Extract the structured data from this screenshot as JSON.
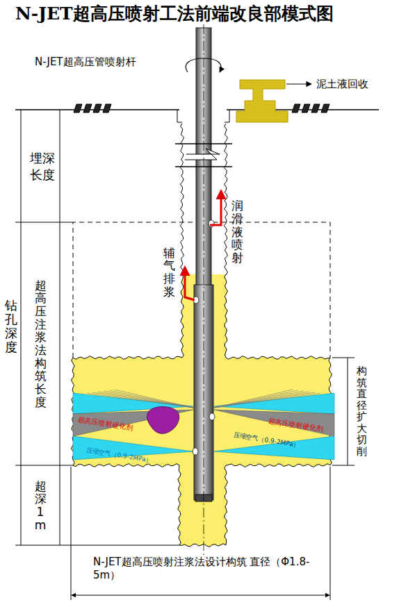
{
  "diagram": {
    "title": "N-JET超高压喷射工法前端改良部模式图",
    "labels": [
      "N-JET超高压管喷射杆",
      "泥土液回收",
      "埋深长度",
      "钻孔深度",
      "超高压注浆法构筑长度",
      "超深1m",
      "润滑液喷射",
      "辅气排浆",
      "超高压喷射硬化剂",
      "压缩空气（0.9-2MPa）",
      "超高压喷射硬化剂",
      "压缩空气（0.9-2MPa）",
      "构筑直径扩大切削",
      "N-JET超高压喷射注浆法设计构筑 直径（Φ1.8-5m）"
    ]
  }
}
